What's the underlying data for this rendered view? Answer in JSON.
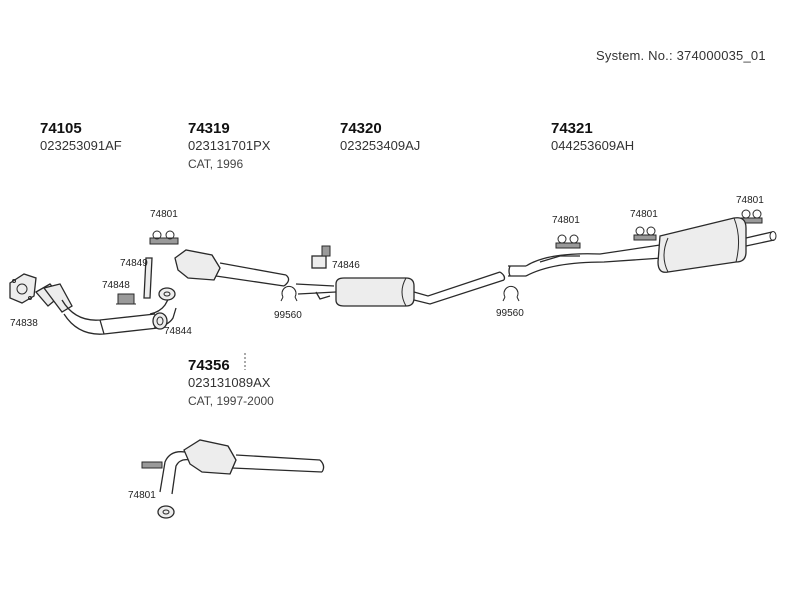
{
  "system": {
    "text": "System. No.: 374000035_01"
  },
  "groups": [
    {
      "number": "74105",
      "code": "023253091AF",
      "note": ""
    },
    {
      "number": "74319",
      "code": "023131701PX",
      "note": "CAT, 1996"
    },
    {
      "number": "74320",
      "code": "023253409AJ",
      "note": ""
    },
    {
      "number": "74321",
      "code": "044253609AH",
      "note": ""
    },
    {
      "number": "74356",
      "code": "023131089AX",
      "note": "CAT, 1997-2000"
    }
  ],
  "labels": {
    "hanger_a": "74801",
    "hanger_b": "74801",
    "hanger_c": "74801",
    "hanger_d": "74801",
    "hanger_e": "74801",
    "bracket_74849": "74849",
    "mount_74848": "74848",
    "gasket_74838": "74838",
    "gasket_74844": "74844",
    "clamp_74846": "74846",
    "clamp_99560_a": "99560",
    "clamp_99560_b": "99560"
  }
}
